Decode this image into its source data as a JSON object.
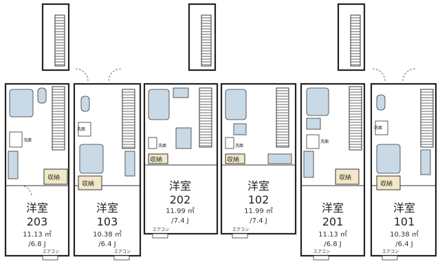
{
  "labels": {
    "western_room": "洋室",
    "storage": "収納",
    "washroom": "洗面",
    "aircon": "エアコン"
  },
  "units": [
    {
      "number": "203",
      "area_sqm": "11.13 ㎡",
      "area_jo": "/6.8 J"
    },
    {
      "number": "103",
      "area_sqm": "10.38 ㎡",
      "area_jo": "/6.4 J"
    },
    {
      "number": "202",
      "area_sqm": "11.99 ㎡",
      "area_jo": "/7.4 J"
    },
    {
      "number": "102",
      "area_sqm": "11.99 ㎡",
      "area_jo": "/7.4 J"
    },
    {
      "number": "201",
      "area_sqm": "11.13 ㎡",
      "area_jo": "/6.8 J"
    },
    {
      "number": "101",
      "area_sqm": "10.38 ㎡",
      "area_jo": "/6.4 J"
    }
  ],
  "colors": {
    "fixture_blue": "#c9d9e6",
    "storage_beige": "#f1e8c8",
    "wall": "#222222"
  }
}
